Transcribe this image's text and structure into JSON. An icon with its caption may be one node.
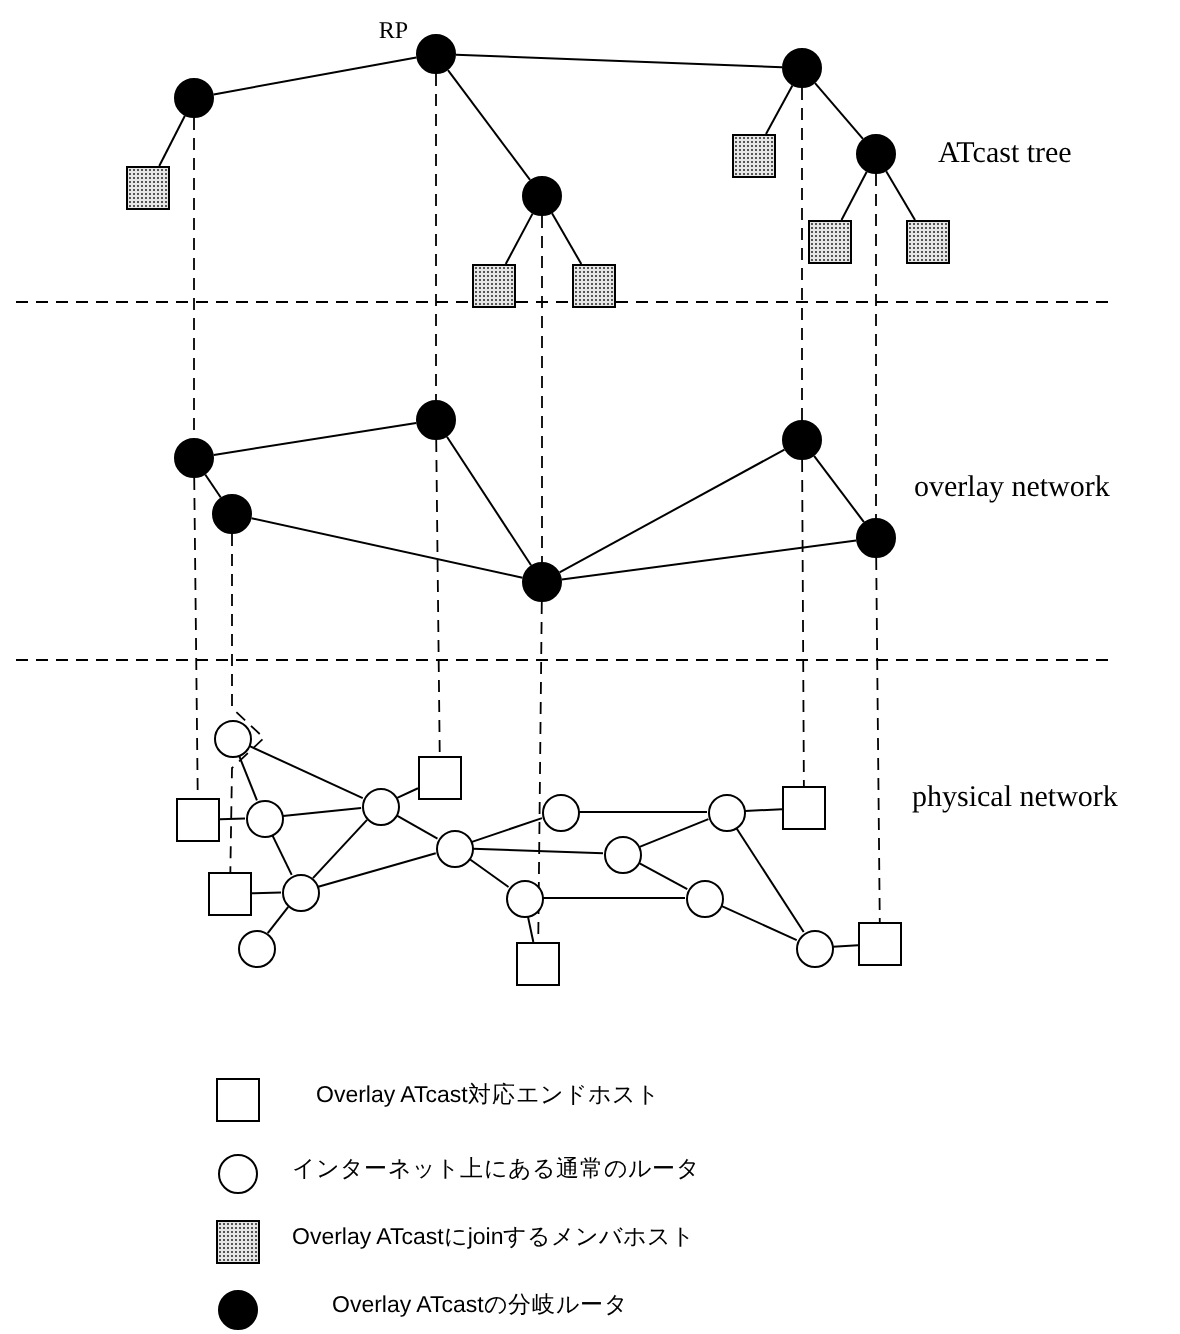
{
  "diagram": {
    "nodes": [
      {
        "text": [],
        "shape": "circle"
      },
      {
        "text": [],
        "shape": "circle",
        "beside": [
          "RP"
        ]
      },
      {
        "text": [],
        "shape": "circle"
      },
      {
        "text": [],
        "shape": "circle"
      },
      {
        "text": [],
        "shape": "circle"
      },
      {
        "text": [],
        "shape": "box"
      },
      {
        "text": [],
        "shape": "box"
      },
      {
        "text": [],
        "shape": "box"
      },
      {
        "text": [],
        "shape": "box"
      },
      {
        "text": [],
        "shape": "box"
      },
      {
        "text": [],
        "shape": "box"
      },
      {
        "text": [],
        "shape": "circle"
      },
      {
        "text": [],
        "shape": "circle"
      },
      {
        "text": [],
        "shape": "circle"
      },
      {
        "text": [],
        "shape": "circle"
      },
      {
        "text": [],
        "shape": "circle"
      },
      {
        "text": [],
        "shape": "circle"
      },
      {
        "text": [],
        "shape": "box"
      },
      {
        "text": [],
        "shape": "box"
      },
      {
        "text": [],
        "shape": "box"
      },
      {
        "text": [],
        "shape": "box"
      },
      {
        "text": [],
        "shape": "box"
      },
      {
        "text": [],
        "shape": "box"
      },
      {
        "text": [],
        "shape": "circle"
      },
      {
        "text": [],
        "shape": "circle"
      },
      {
        "text": [],
        "shape": "circle"
      },
      {
        "text": [],
        "shape": "circle"
      },
      {
        "text": [],
        "shape": "circle"
      },
      {
        "text": [],
        "shape": "circle"
      },
      {
        "text": [],
        "shape": "circle"
      },
      {
        "text": [],
        "shape": "circle"
      },
      {
        "text": [],
        "shape": "circle"
      },
      {
        "text": [],
        "shape": "circle"
      },
      {
        "text": [],
        "shape": "circle"
      },
      {
        "text": [],
        "shape": "circle"
      }
    ],
    "edges": [
      {
        "from": 1,
        "to": 0,
        "arrow": "none"
      },
      {
        "from": 1,
        "to": 2,
        "arrow": "none"
      },
      {
        "from": 1,
        "to": 3,
        "arrow": "none"
      },
      {
        "from": 3,
        "to": 4,
        "arrow": "none"
      },
      {
        "from": 0,
        "to": 5,
        "arrow": "none"
      },
      {
        "from": 3,
        "to": 6,
        "arrow": "none"
      },
      {
        "from": 2,
        "to": 7,
        "arrow": "none"
      },
      {
        "from": 2,
        "to": 8,
        "arrow": "none"
      },
      {
        "from": 4,
        "to": 9,
        "arrow": "none"
      },
      {
        "from": 4,
        "to": 10,
        "arrow": "none"
      },
      {
        "from": 11,
        "to": 13,
        "arrow": "none"
      },
      {
        "from": 11,
        "to": 12,
        "arrow": "none"
      },
      {
        "from": 12,
        "to": 14,
        "arrow": "none"
      },
      {
        "from": 13,
        "to": 14,
        "arrow": "none"
      },
      {
        "from": 14,
        "to": 15,
        "arrow": "none"
      },
      {
        "from": 15,
        "to": 16,
        "arrow": "none"
      },
      {
        "from": 14,
        "to": 16,
        "arrow": "none"
      },
      {
        "from": 0,
        "to": 11,
        "arrow": "none",
        "style": "dashed"
      },
      {
        "from": 11,
        "to": 17,
        "arrow": "none",
        "style": "dashed"
      },
      {
        "from": 12,
        "to": 18,
        "arrow": "none",
        "style": "dashed"
      },
      {
        "from": 1,
        "to": 13,
        "arrow": "none",
        "style": "dashed"
      },
      {
        "from": 13,
        "to": 19,
        "arrow": "none",
        "style": "dashed"
      },
      {
        "from": 2,
        "to": 14,
        "arrow": "none",
        "style": "dashed"
      },
      {
        "from": 14,
        "to": 20,
        "arrow": "none",
        "style": "dashed"
      },
      {
        "from": 3,
        "to": 15,
        "arrow": "none",
        "style": "dashed"
      },
      {
        "from": 15,
        "to": 21,
        "arrow": "none",
        "style": "dashed"
      },
      {
        "from": 4,
        "to": 16,
        "arrow": "none",
        "style": "dashed"
      },
      {
        "from": 16,
        "to": 22,
        "arrow": "none",
        "style": "dashed"
      },
      {
        "from": 23,
        "to": 24,
        "arrow": "none"
      },
      {
        "from": 23,
        "to": 25,
        "arrow": "none"
      },
      {
        "from": 24,
        "to": 25,
        "arrow": "none"
      },
      {
        "from": 24,
        "to": 17,
        "arrow": "none"
      },
      {
        "from": 24,
        "to": 26,
        "arrow": "none"
      },
      {
        "from": 26,
        "to": 18,
        "arrow": "none"
      },
      {
        "from": 26,
        "to": 25,
        "arrow": "none"
      },
      {
        "from": 26,
        "to": 27,
        "arrow": "none"
      },
      {
        "from": 26,
        "to": 28,
        "arrow": "none"
      },
      {
        "from": 25,
        "to": 19,
        "arrow": "none"
      },
      {
        "from": 25,
        "to": 28,
        "arrow": "none"
      },
      {
        "from": 28,
        "to": 29,
        "arrow": "none"
      },
      {
        "from": 28,
        "to": 31,
        "arrow": "none"
      },
      {
        "from": 28,
        "to": 32,
        "arrow": "none"
      },
      {
        "from": 29,
        "to": 30,
        "arrow": "none"
      },
      {
        "from": 30,
        "to": 21,
        "arrow": "none"
      },
      {
        "from": 30,
        "to": 31,
        "arrow": "none"
      },
      {
        "from": 31,
        "to": 33,
        "arrow": "none"
      },
      {
        "from": 32,
        "to": 20,
        "arrow": "none"
      },
      {
        "from": 32,
        "to": 33,
        "arrow": "none"
      },
      {
        "from": 33,
        "to": 34,
        "arrow": "none"
      },
      {
        "from": 30,
        "to": 34,
        "arrow": "none"
      },
      {
        "from": 34,
        "to": 22,
        "arrow": "none"
      }
    ],
    "labels": [
      "ATcast tree",
      "overlay network",
      "physical network"
    ],
    "legend": [
      {
        "text": "Overlay ATcast対応エンドホスト"
      },
      {
        "text": "インターネット上にある通常のルータ"
      },
      {
        "text": "Overlay ATcastにjoinするメンバホスト"
      },
      {
        "text": "Overlay ATcastの分岐ルータ"
      }
    ]
  }
}
